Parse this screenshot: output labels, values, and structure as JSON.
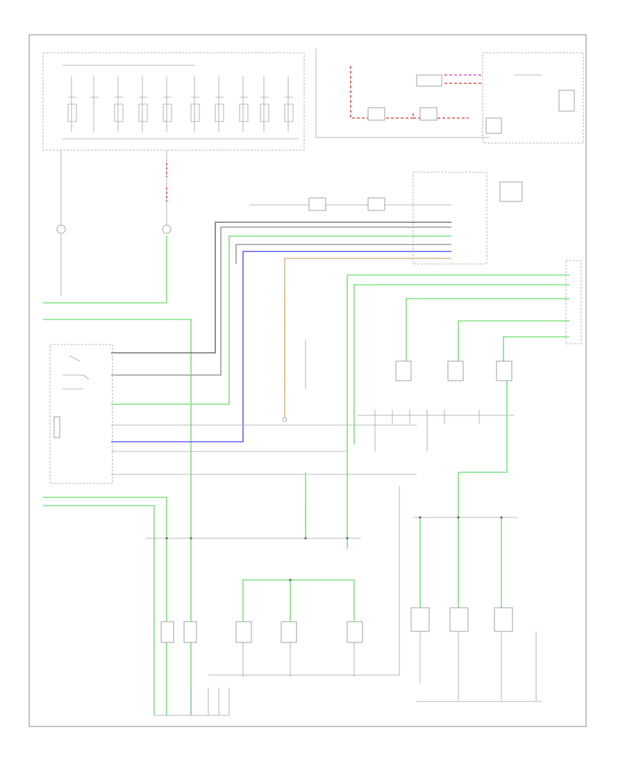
{
  "diagram": {
    "footer_text": "",
    "top_label_left": "",
    "top_label_right": "",
    "sections": [
      {
        "name": "light-control-switch",
        "label": ""
      },
      {
        "name": "ground-left",
        "label": ""
      },
      {
        "name": "ground-right",
        "label": ""
      }
    ],
    "wire_colors": {
      "gray": "#9a9a9a",
      "dark_gray": "#6f6f6f",
      "green": "#7fe07f",
      "blue": "#5b5bff",
      "red": "#e04848",
      "pink": "#d048c8",
      "tan": "#d9b98a"
    }
  }
}
